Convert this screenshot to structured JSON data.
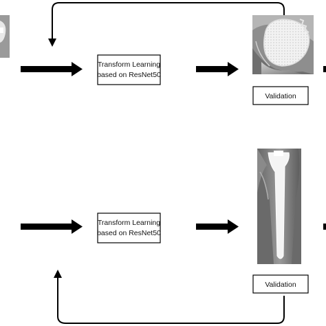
{
  "top_row": {
    "model_label_line1": "Transform Learning",
    "model_label_line2": "based on ResNet50",
    "validation_label": "Validation"
  },
  "bottom_row": {
    "model_label_line1": "Transform Learning",
    "model_label_line2": "based on ResNet50",
    "validation_label": "Validation"
  }
}
